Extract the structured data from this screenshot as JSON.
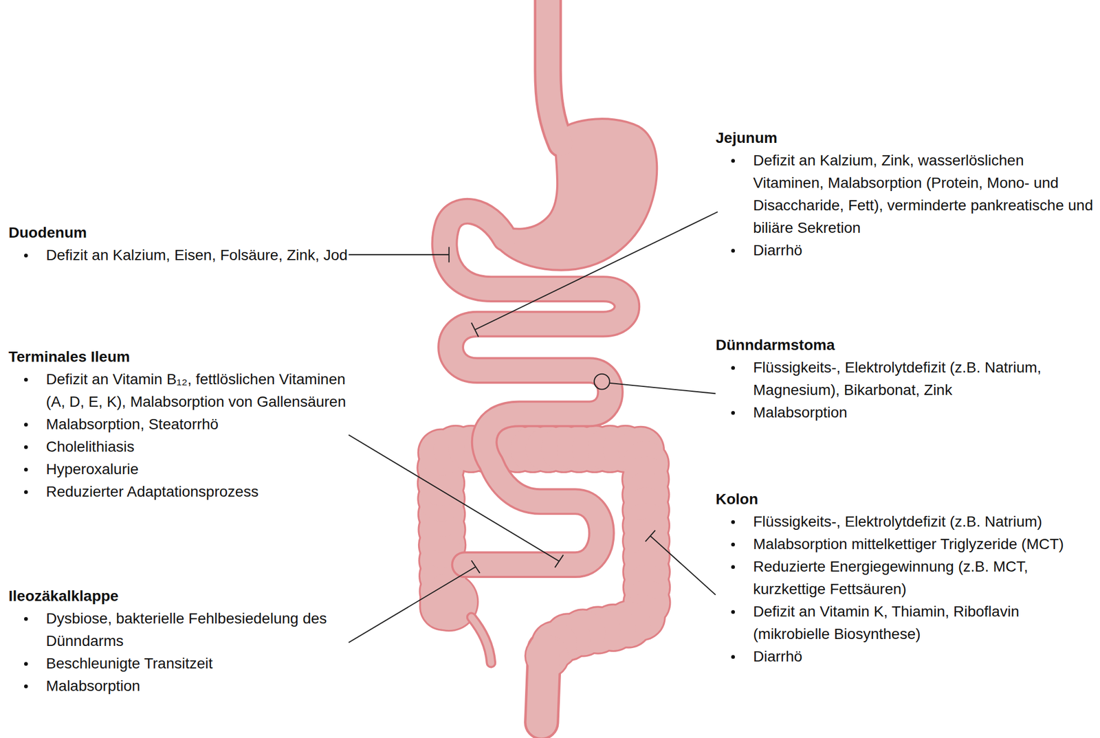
{
  "diagram": {
    "labels": [
      "Duodenum",
      "Defizit an Kalzium, Eisen, Folsäure, Zink, Jod",
      "Terminales Ileum",
      "Defizit an Vitamin B₁₂, fettlöslichen Vitaminen (A, D, E, K), Malabsorption von Gallensäuren",
      "Malabsorption, Steatorrhö",
      "Cholelithiasis",
      "Hyperoxalurie",
      "Reduzierter Adaptationsprozess",
      "Ileozäkalklappe",
      "Dysbiose, bakterielle Fehlbesiedelung des Dünndarms",
      "Beschleunigte Transitzeit",
      "Malabsorption",
      "Jejunum",
      "Defizit an Kalzium, Zink, wasserlöslichen Vitaminen, Malabsorption (Protein, Mono- und Disaccharide, Fett), verminderte pankreatische und biliäre Sekretion",
      "Diarrhö",
      "Dünndarmstoma",
      "Flüssigkeits-, Elektrolytdefizit (z.B. Natrium, Magnesium), Bikarbonat, Zink",
      "Malabsorption",
      "Kolon",
      "Flüssigkeits-, Elektrolytdefizit (z.B. Natrium)",
      "Malabsorption mittelkettiger Triglyzeride (MCT)",
      "Reduzierte Energiegewinnung (z.B. MCT, kurzkettige Fettsäuren)",
      "Defizit an Vitamin K, Thiamin, Riboflavin (mikrobielle Biosynthese)",
      "Diarrhö"
    ]
  }
}
